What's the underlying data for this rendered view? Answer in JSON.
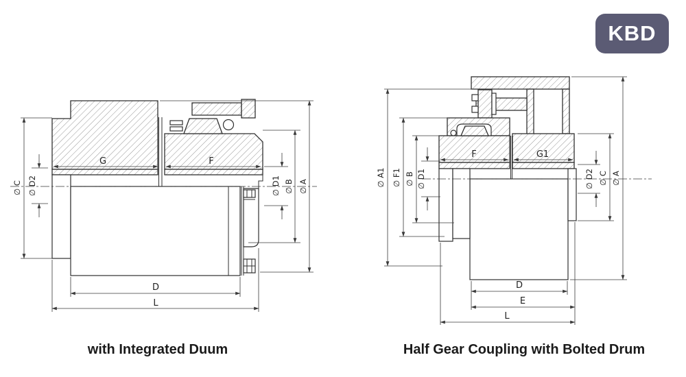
{
  "logo": {
    "text": "KBD",
    "bg_color": "#5b5b74",
    "text_color": "#ffffff"
  },
  "left_diagram": {
    "caption": "with Integrated Duum",
    "dims": {
      "g": "G",
      "f": "F",
      "d": "D",
      "l": "L",
      "dia_c": "∅ C",
      "dia_d2": "∅ D2",
      "dia_d1": "∅ D1",
      "dia_b": "∅ B",
      "dia_a": "∅ A"
    }
  },
  "right_diagram": {
    "caption": "Half Gear Coupling with Bolted Drum",
    "dims": {
      "f": "F",
      "g1": "G1",
      "d": "D",
      "e": "E",
      "l": "L",
      "dia_a1": "∅ A1",
      "dia_f1": "∅ F1",
      "dia_b": "∅ B",
      "dia_d1": "∅ D1",
      "dia_d2": "∅ D2",
      "dia_c": "∅ C",
      "dia_a": "∅ A"
    }
  },
  "drawing_colors": {
    "outline": "#2f2f2f",
    "hatch": "#7a7a7a",
    "dimension": "#3a3a3a"
  }
}
